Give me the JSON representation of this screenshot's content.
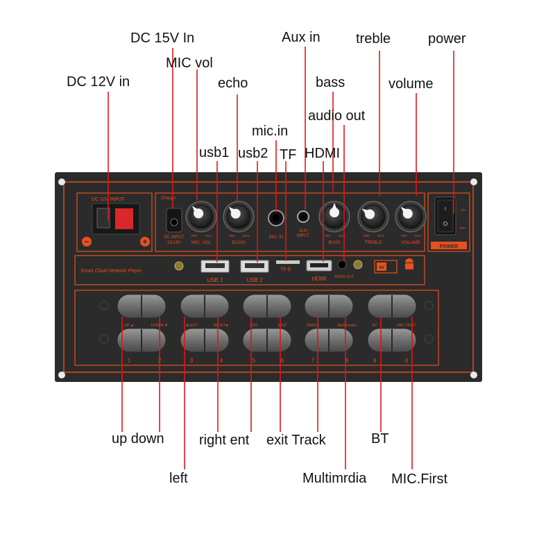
{
  "labels": {
    "dc15v": "DC 15V In",
    "micvol": "MIC vol",
    "dc12v": "DC 12V in",
    "echo": "echo",
    "auxin": "Aux in",
    "treble": "treble",
    "power": "power",
    "bass": "bass",
    "volume": "volume",
    "audioout": "audio out",
    "micin": "mic.in",
    "usb1": "usb1",
    "usb2": "usb2",
    "tf": "TF",
    "hdmi": "HDMI",
    "updown": "up down",
    "rightent": "right ent",
    "exittrack": "exit Track",
    "bt": "BT",
    "left": "left",
    "multimedia": "Multimrdia",
    "micfirst": "MIC.First"
  },
  "panel": {
    "dc_input_top": "DC 12V INPUT",
    "charger": "Charger",
    "dc_input": "DC INPUT",
    "dc_15v": "DC15V",
    "mic_vol": "MIC. VOL",
    "echo": "ECHO",
    "mic_in": "MIC. IN",
    "aux": "AUX",
    "input": "INPUT",
    "bass": "BASS",
    "treble": "TREBLE",
    "volume": "VOLUME",
    "power": "POWER",
    "on": "ON",
    "off": "OFF",
    "minus": "−",
    "plus": "+",
    "smart": "Smart Cloud Network Player",
    "usb1": "USB 1",
    "usb2": "USB 2",
    "tf": "TF卡",
    "hdmi": "HDMI",
    "audio_out": "AUDIO OUT",
    "av": "AV",
    "min_max": [
      "MIN",
      "MAX"
    ],
    "btn_top": [
      "UP ▲",
      "DOWN ▼",
      "◄LEFT",
      "RIGHT►",
      "ENT",
      "EXIT",
      "TRACK",
      "Multimedia",
      "BT",
      "MIC FIRST"
    ],
    "btn_num": [
      "1",
      "2",
      "3",
      "4",
      "5",
      "6",
      "7",
      "8",
      "9",
      "0"
    ]
  },
  "colors": {
    "panel": "#2b2b2b",
    "accent": "#e8501e",
    "power_red": "#d9282b"
  }
}
